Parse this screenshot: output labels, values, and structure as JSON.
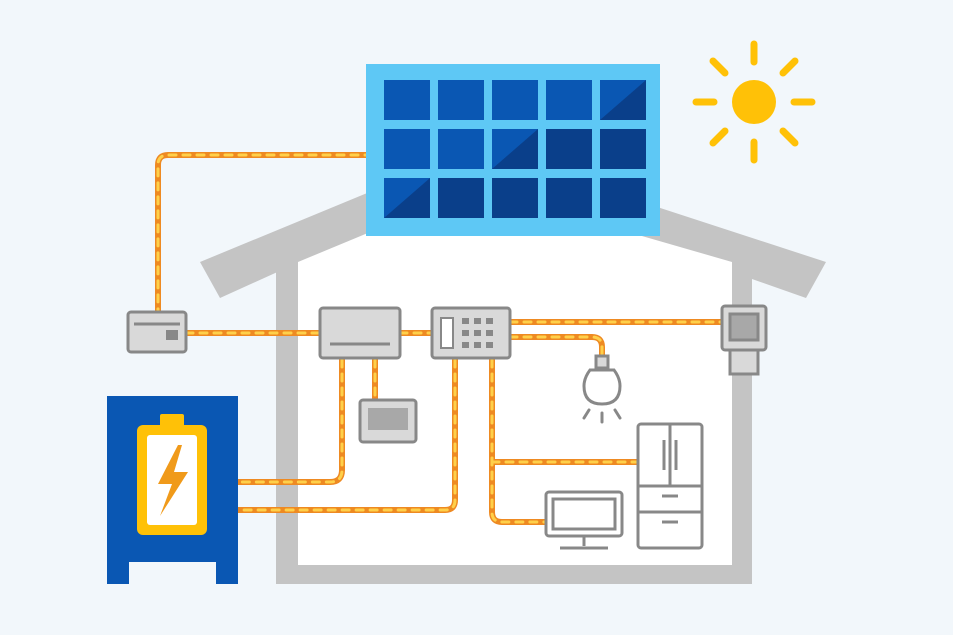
{
  "colors": {
    "background": "#f2f7fb",
    "house_outline": "#c4c4c4",
    "house_interior": "#ffffff",
    "wire_orange": "#ee8a22",
    "wire_yellow": "#ffd04a",
    "panel_frame": "#5ec8f5",
    "panel_cell": "#0a57b3",
    "panel_cell_dark": "#0a3f8a",
    "sun": "#ffc107",
    "battery_case": "#0a57b3",
    "battery_body": "#ffffff",
    "battery_accent": "#ffc107",
    "device_fill": "#d9d9d9",
    "device_stroke": "#888888"
  },
  "icons": {
    "sun": "sun-icon",
    "solar_panel": "solar-panel-icon",
    "battery": "battery-icon",
    "lightning": "lightning-icon",
    "bulb": "light-bulb-icon",
    "fridge": "refrigerator-icon",
    "tv": "television-icon"
  },
  "components": [
    "solar-panel",
    "power-meter",
    "power-conditioner",
    "monitor-display",
    "distribution-board",
    "light-bulb",
    "refrigerator",
    "television",
    "outdoor-unit",
    "storage-battery"
  ]
}
